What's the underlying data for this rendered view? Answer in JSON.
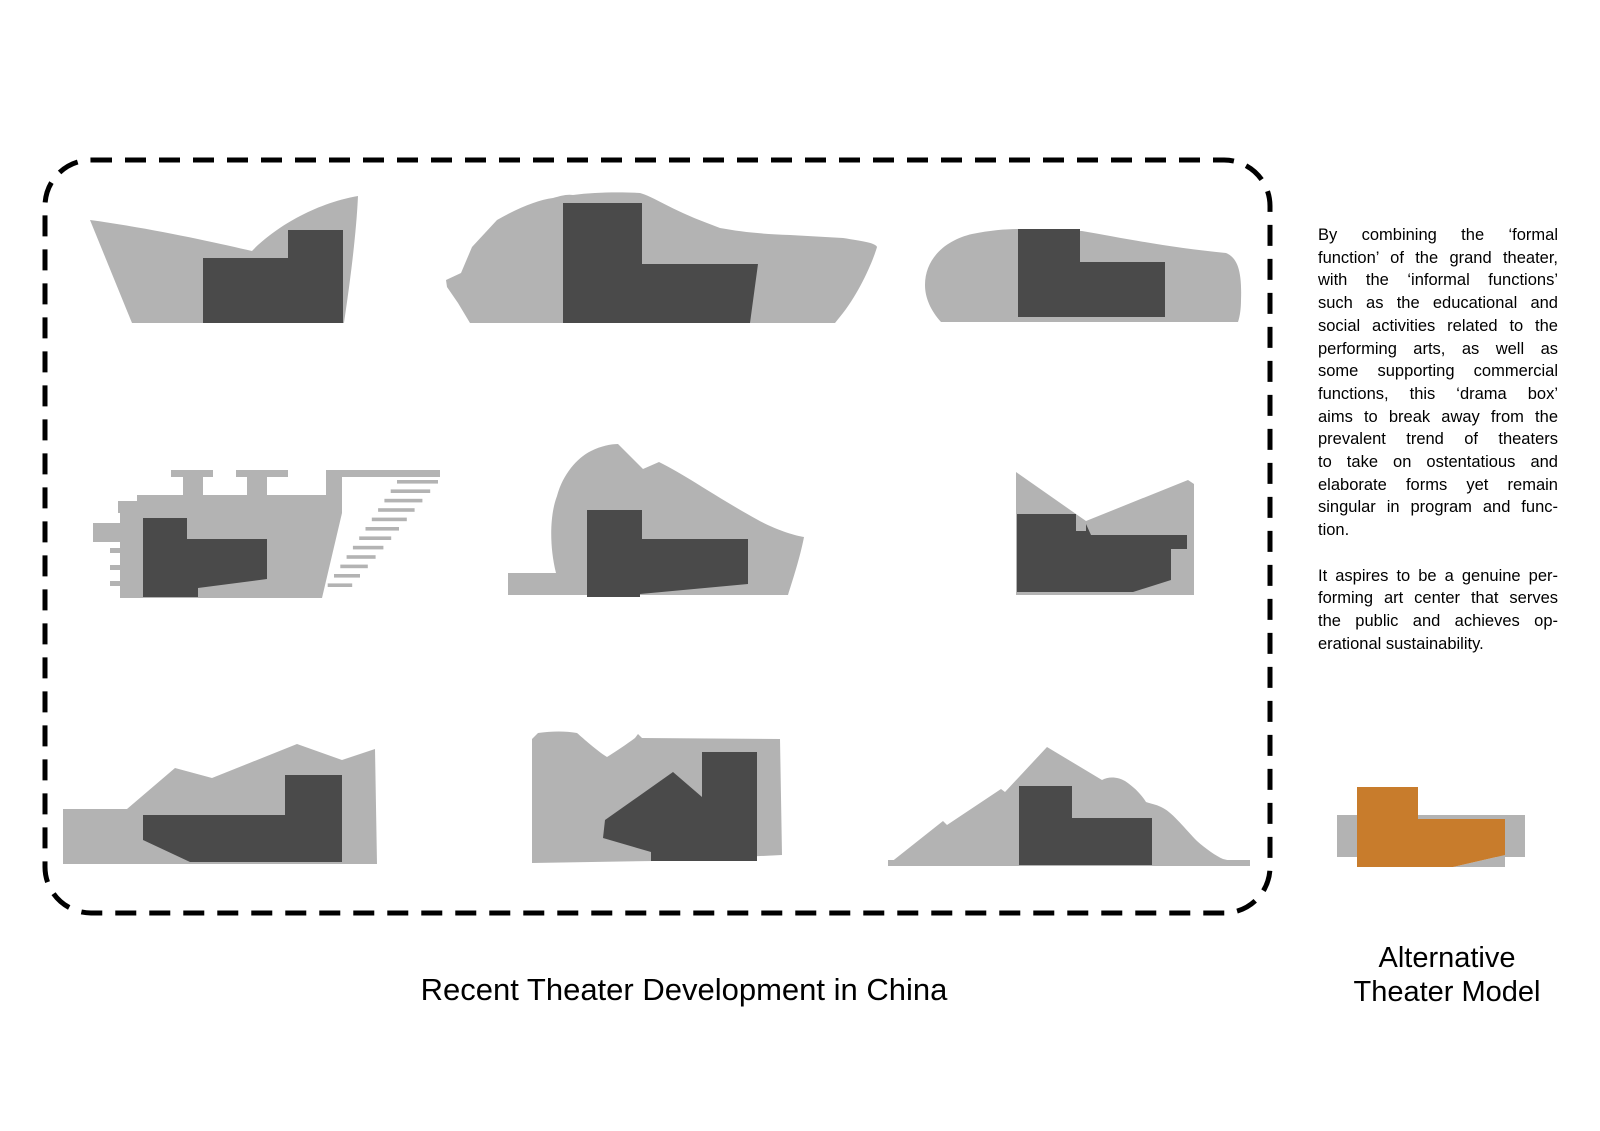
{
  "colors": {
    "silhouette_light": "#b3b3b3",
    "silhouette_dark": "#4a4a4a",
    "model_accent": "#c87c2c",
    "frame": "#000000",
    "text": "#000000"
  },
  "main_panel": {
    "caption": "Recent Theater Development in China"
  },
  "description": {
    "paragraph1_lines": [
      "By combining the ‘formal",
      "function’ of the grand theater,",
      "with the ‘informal functions’",
      "such as the educational and",
      "social activities related to the",
      "performing arts, as well as",
      "some supporting commercial",
      "functions, this ‘drama box’",
      "aims to break away from the",
      "prevalent trend of theaters",
      "to take on ostentatious and",
      "elaborate forms yet remain",
      "singular in program and func-",
      "tion."
    ],
    "paragraph2_lines": [
      "It aspires to be a genuine per-",
      "forming art center that serves",
      "the public and achieves op-",
      "erational sustainability."
    ]
  },
  "model_panel": {
    "caption_line1": "Alternative",
    "caption_line2": "Theater Model"
  }
}
